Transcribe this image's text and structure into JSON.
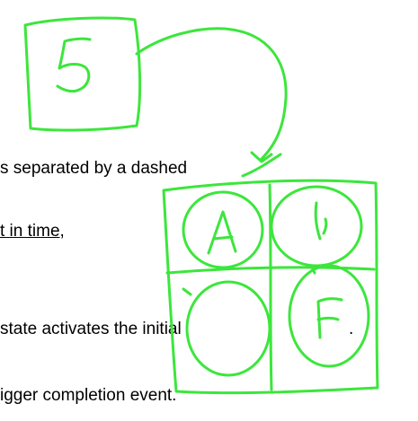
{
  "slide": {
    "line1": "s separated by a dashed",
    "line2_underlined": "t in time",
    "line2_suffix": ",",
    "line3": "state activates the initial",
    "line3_tail": ".",
    "line4": "igger completion event."
  },
  "annotation": {
    "ink_color": "#3ce63c",
    "box_digit": "5",
    "circle_letters": [
      "A",
      "F"
    ]
  }
}
